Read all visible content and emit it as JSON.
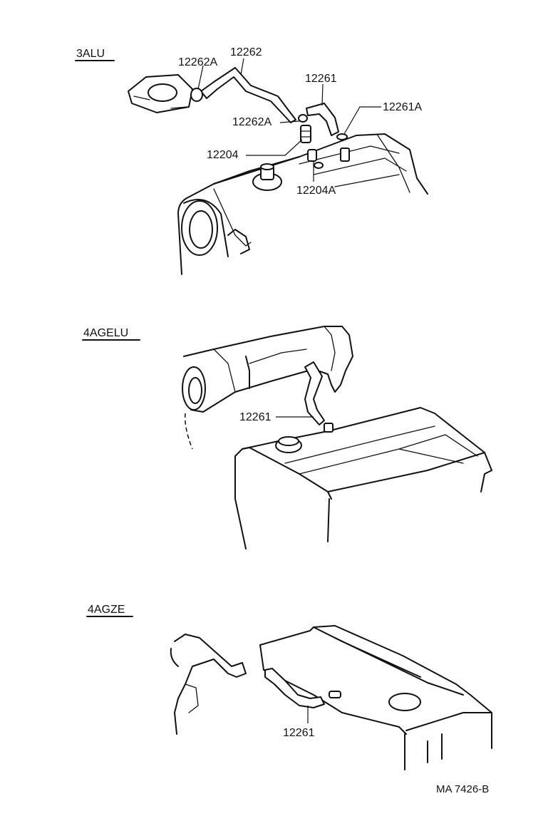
{
  "sections": [
    {
      "title": "3ALU",
      "callouts": [
        "12262A",
        "12262",
        "12261",
        "12261A",
        "12262A",
        "12204",
        "12204A"
      ]
    },
    {
      "title": "4AGELU",
      "callouts": [
        "12261"
      ]
    },
    {
      "title": "4AGZE",
      "callouts": [
        "12261"
      ]
    }
  ],
  "footer": {
    "code": "MA  7426-B"
  }
}
